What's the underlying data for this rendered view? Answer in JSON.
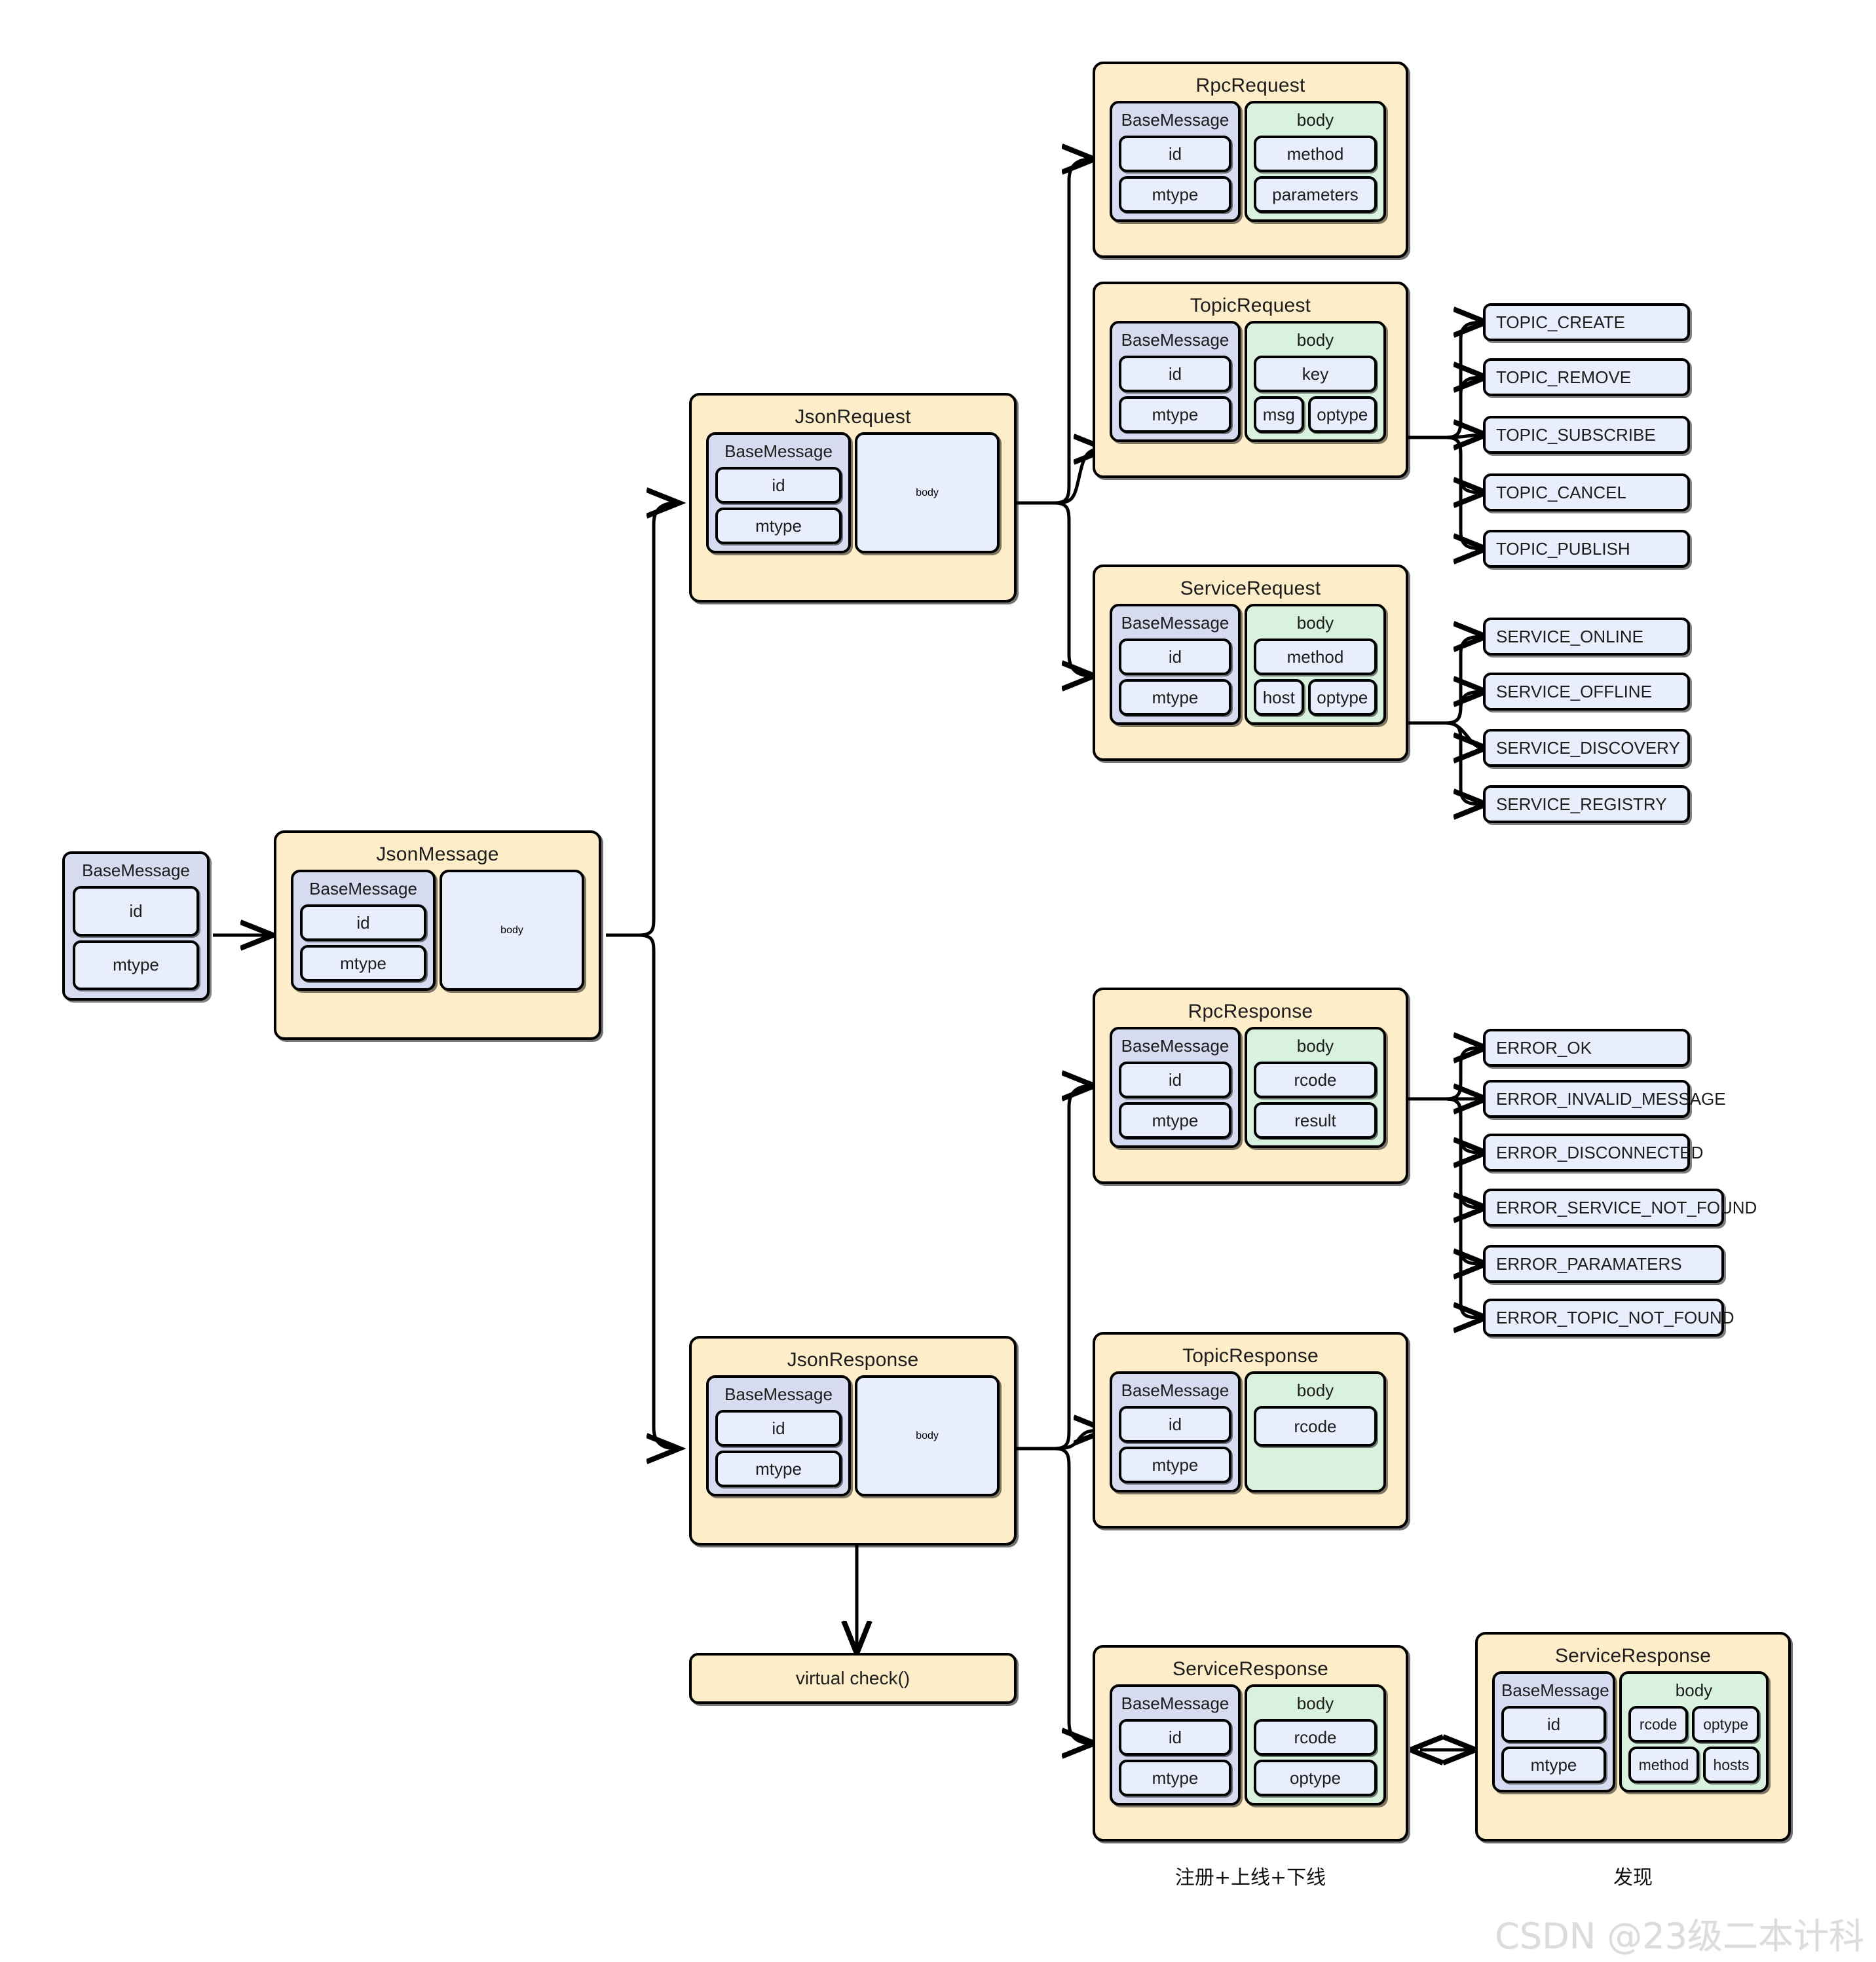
{
  "diagram": {
    "title": "JsonMessage class hierarchy",
    "colors": {
      "container": "#fdeec9",
      "base_group": "#d6dbf0",
      "body_group": "#d9f2de",
      "field": "#e8eefc",
      "stroke": "#000000",
      "watermark": "#dcdcdc"
    }
  },
  "labels": {
    "base_message": "BaseMessage",
    "body": "body",
    "id": "id",
    "mtype": "mtype",
    "method": "method",
    "parameters": "parameters",
    "key": "key",
    "msg": "msg",
    "optype": "optype",
    "host": "host",
    "hosts": "hosts",
    "rcode": "rcode",
    "result": "result"
  },
  "nodes": {
    "base_message_root": {
      "title": "BaseMessage",
      "fields": [
        "id",
        "mtype"
      ]
    },
    "json_message": {
      "title": "JsonMessage",
      "base_title": "BaseMessage",
      "base_fields": [
        "id",
        "mtype"
      ],
      "body_label": "body"
    },
    "json_request": {
      "title": "JsonRequest",
      "base_title": "BaseMessage",
      "base_fields": [
        "id",
        "mtype"
      ],
      "body_label": "body"
    },
    "json_response": {
      "title": "JsonResponse",
      "base_title": "BaseMessage",
      "base_fields": [
        "id",
        "mtype"
      ],
      "body_label": "body"
    },
    "rpc_request": {
      "title": "RpcRequest",
      "base_title": "BaseMessage",
      "base_fields": [
        "id",
        "mtype"
      ],
      "body_title": "body",
      "body_fields": [
        "method",
        "parameters"
      ]
    },
    "topic_request": {
      "title": "TopicRequest",
      "base_title": "BaseMessage",
      "base_fields": [
        "id",
        "mtype"
      ],
      "body_title": "body",
      "body_top": "key",
      "body_row": [
        "msg",
        "optype"
      ]
    },
    "service_request": {
      "title": "ServiceRequest",
      "base_title": "BaseMessage",
      "base_fields": [
        "id",
        "mtype"
      ],
      "body_title": "body",
      "body_top": "method",
      "body_row": [
        "host",
        "optype"
      ]
    },
    "rpc_response": {
      "title": "RpcResponse",
      "base_title": "BaseMessage",
      "base_fields": [
        "id",
        "mtype"
      ],
      "body_title": "body",
      "body_fields": [
        "rcode",
        "result"
      ]
    },
    "topic_response": {
      "title": "TopicResponse",
      "base_title": "BaseMessage",
      "base_fields": [
        "id",
        "mtype"
      ],
      "body_title": "body",
      "body_fields": [
        "rcode"
      ]
    },
    "service_response_register": {
      "title": "ServiceResponse",
      "base_title": "BaseMessage",
      "base_fields": [
        "id",
        "mtype"
      ],
      "body_title": "body",
      "body_fields": [
        "rcode",
        "optype"
      ],
      "caption": "注册+上线+下线"
    },
    "service_response_discovery": {
      "title": "ServiceResponse",
      "base_title": "BaseMessage",
      "base_fields": [
        "id",
        "mtype"
      ],
      "body_title": "body",
      "body_row1": [
        "rcode",
        "optype"
      ],
      "body_row2": [
        "method",
        "hosts"
      ],
      "caption": "发现"
    },
    "virtual_check": {
      "label": "virtual check()"
    }
  },
  "enums": {
    "topic_optype": [
      "TOPIC_CREATE",
      "TOPIC_REMOVE",
      "TOPIC_SUBSCRIBE",
      "TOPIC_CANCEL",
      "TOPIC_PUBLISH"
    ],
    "service_optype": [
      "SERVICE_ONLINE",
      "SERVICE_OFFLINE",
      "SERVICE_DISCOVERY",
      "SERVICE_REGISTRY"
    ],
    "rcode": [
      "ERROR_OK",
      "ERROR_INVALID_MESSAGE",
      "ERROR_DISCONNECTED",
      "ERROR_SERVICE_NOT_FOUND",
      "ERROR_PARAMATERS",
      "ERROR_TOPIC_NOT_FOUND"
    ]
  },
  "captions": {
    "register": "注册+上线+下线",
    "discovery": "发现"
  },
  "watermark": {
    "text": "CSDN @23级二本计科"
  }
}
